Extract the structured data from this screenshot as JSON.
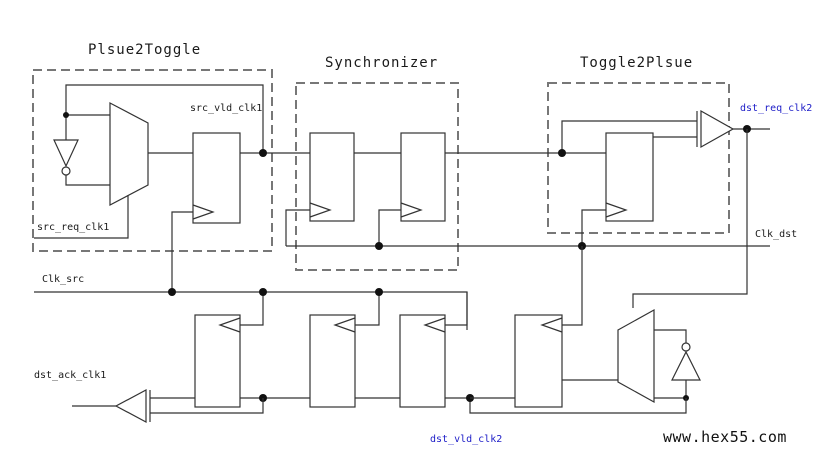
{
  "titles": {
    "p2t": "Plsue2Toggle",
    "sync": "Synchronizer",
    "t2p": "Toggle2Plsue"
  },
  "signals": {
    "src_vld": "src_vld_clk1",
    "src_req": "src_req_clk1",
    "dst_req": "dst_req_clk2",
    "clk_dst": "Clk_dst",
    "clk_src": "Clk_src",
    "dst_ack": "dst_ack_clk1",
    "dst_vld": "dst_vld_clk2"
  },
  "watermark": "www.hex55.com",
  "colors": {
    "signal_blue": "#2020c8",
    "wire": "#333333",
    "dashed_box": "#777777"
  }
}
